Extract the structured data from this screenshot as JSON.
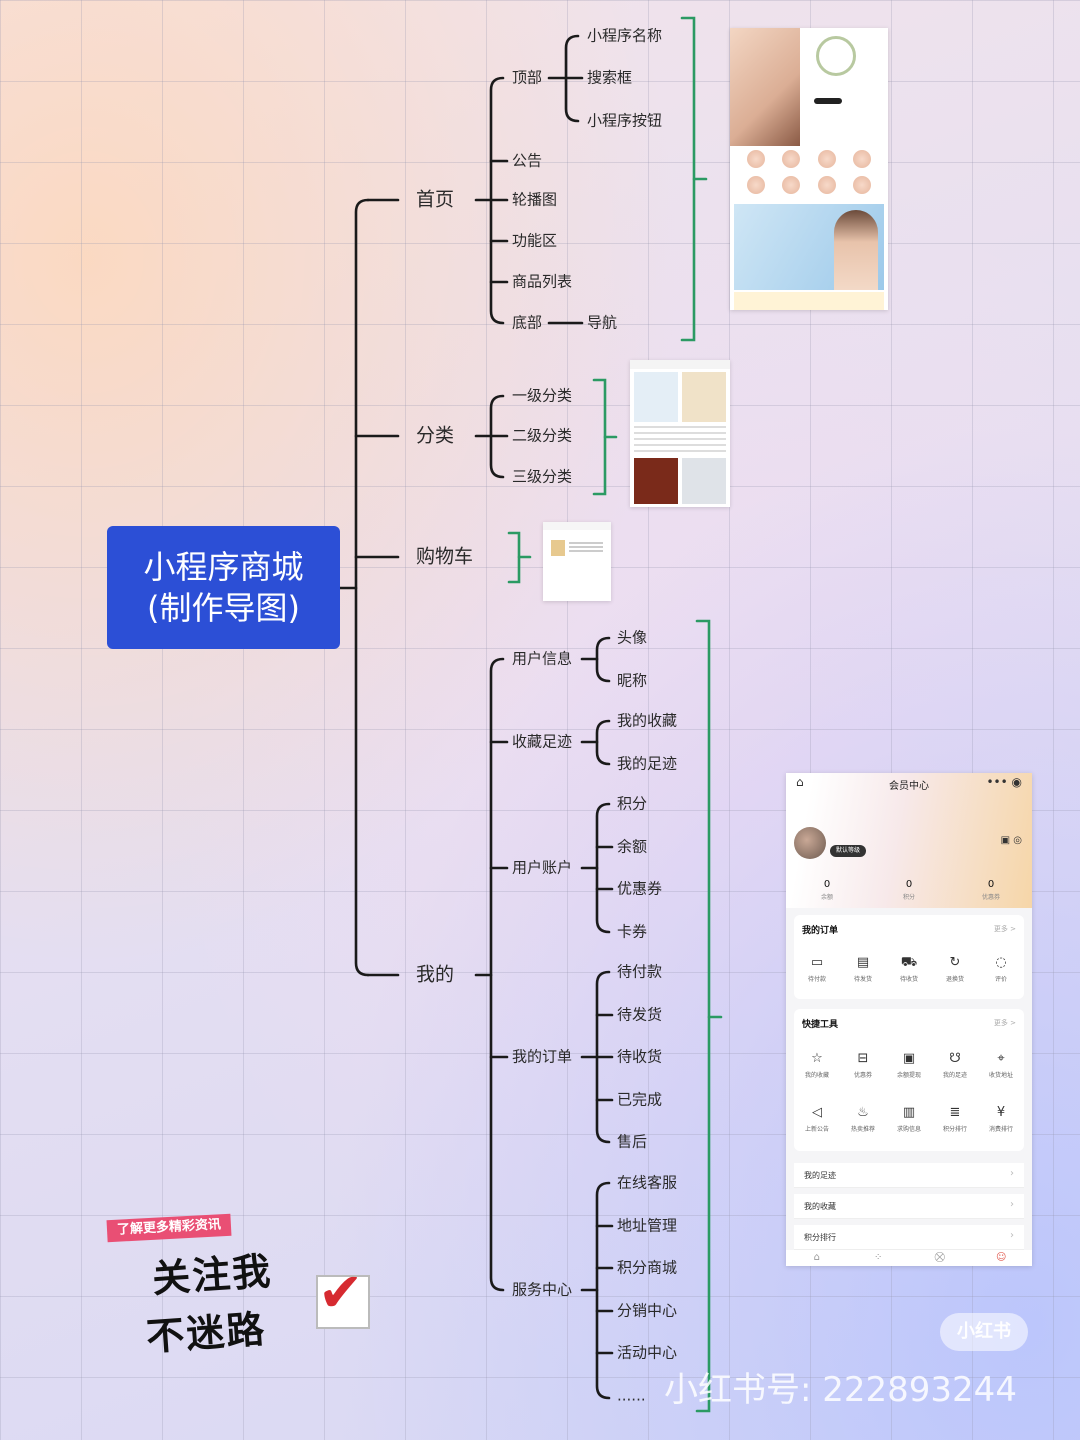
{
  "diagram": {
    "root": {
      "line1": "小程序商城",
      "line2": "(制作导图)"
    },
    "home": {
      "label": "首页",
      "top": {
        "label": "顶部",
        "items": [
          "小程序名称",
          "搜索框",
          "小程序按钮"
        ]
      },
      "notice": "公告",
      "carousel": "轮播图",
      "function_area": "功能区",
      "product_list": "商品列表",
      "bottom": {
        "label": "底部",
        "items": [
          "导航"
        ]
      }
    },
    "category": {
      "label": "分类",
      "items": [
        "一级分类",
        "二级分类",
        "三级分类"
      ]
    },
    "cart": {
      "label": "购物车"
    },
    "mine": {
      "label": "我的",
      "user_info": {
        "label": "用户信息",
        "items": [
          "头像",
          "昵称"
        ]
      },
      "favorites": {
        "label": "收藏足迹",
        "items": [
          "我的收藏",
          "我的足迹"
        ]
      },
      "account": {
        "label": "用户账户",
        "items": [
          "积分",
          "余额",
          "优惠券",
          "卡券"
        ]
      },
      "orders": {
        "label": "我的订单",
        "items": [
          "待付款",
          "待发货",
          "待收货",
          "已完成",
          "售后"
        ]
      },
      "service": {
        "label": "服务中心",
        "items": [
          "在线客服",
          "地址管理",
          "积分商城",
          "分销中心",
          "活动中心",
          "......"
        ]
      }
    }
  },
  "member_phone": {
    "title": "会员中心",
    "badge": "默认等级",
    "stats": [
      {
        "value": "0",
        "label": "余额"
      },
      {
        "value": "0",
        "label": "积分"
      },
      {
        "value": "0",
        "label": "优惠券"
      }
    ],
    "orders_card": {
      "title": "我的订单",
      "more": "更多 >",
      "items": [
        {
          "icon": "wallet-icon",
          "label": "待付款"
        },
        {
          "icon": "box-icon",
          "label": "待发货"
        },
        {
          "icon": "truck-icon",
          "label": "待收货"
        },
        {
          "icon": "return-icon",
          "label": "退换货"
        },
        {
          "icon": "comment-icon",
          "label": "评价"
        }
      ]
    },
    "tools_card": {
      "title": "快捷工具",
      "more": "更多 >",
      "row1": [
        "我的收藏",
        "优惠券",
        "余额提现",
        "我的足迹",
        "收货地址"
      ],
      "row2": [
        "上新公告",
        "热卖推荐",
        "求购信息",
        "积分排行",
        "消费排行"
      ]
    },
    "list": [
      "我的足迹",
      "我的收藏",
      "积分排行"
    ]
  },
  "follow": {
    "tag": "了解更多精彩资讯",
    "line1": "关注我",
    "line2": "不迷路"
  },
  "watermark": {
    "id_text": "小红书号: 222893244",
    "logo": "小红书"
  },
  "colors": {
    "root_bg": "#2c4fd6",
    "bracket": "#2b9a63",
    "line": "#1a1a1a"
  }
}
